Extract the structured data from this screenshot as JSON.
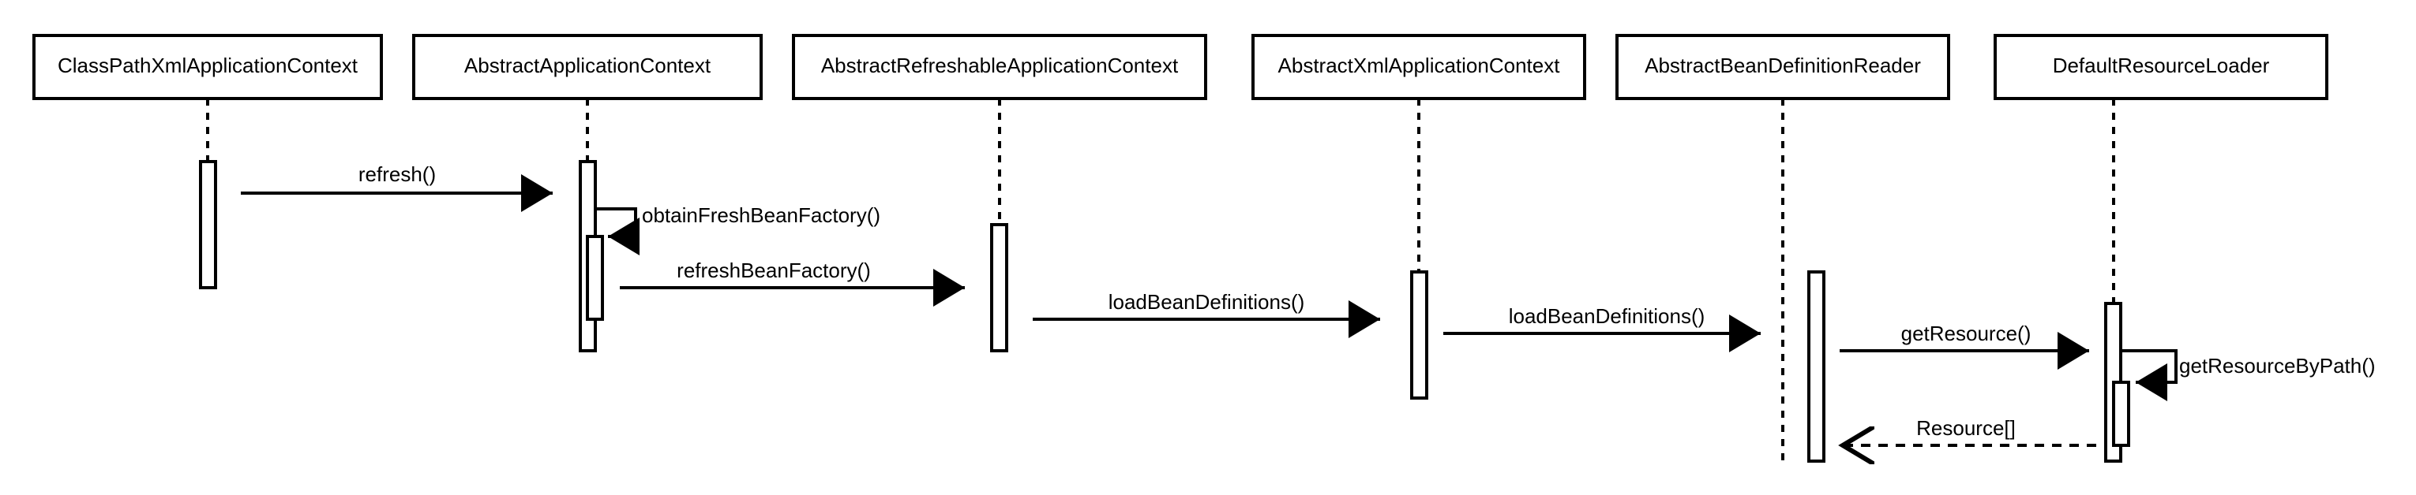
{
  "participants": [
    {
      "id": "cpxac",
      "label": "ClassPathXmlApplicationContext"
    },
    {
      "id": "aac",
      "label": "AbstractApplicationContext"
    },
    {
      "id": "arac",
      "label": "AbstractRefreshableApplicationContext"
    },
    {
      "id": "axac",
      "label": "AbstractXmlApplicationContext"
    },
    {
      "id": "abdr",
      "label": "AbstractBeanDefinitionReader"
    },
    {
      "id": "drl",
      "label": "DefaultResourceLoader"
    }
  ],
  "messages": [
    {
      "id": "m1",
      "label": "refresh()",
      "from": "cpxac",
      "to": "aac",
      "style": "solid"
    },
    {
      "id": "m2",
      "label": "obtainFreshBeanFactory()",
      "from": "aac",
      "to": "aac",
      "style": "self"
    },
    {
      "id": "m3",
      "label": "refreshBeanFactory()",
      "from": "aac",
      "to": "arac",
      "style": "solid"
    },
    {
      "id": "m4",
      "label": "loadBeanDefinitions()",
      "from": "arac",
      "to": "axac",
      "style": "solid"
    },
    {
      "id": "m5",
      "label": "loadBeanDefinitions()",
      "from": "axac",
      "to": "abdr",
      "style": "solid"
    },
    {
      "id": "m6",
      "label": "getResource()",
      "from": "abdr",
      "to": "drl",
      "style": "solid"
    },
    {
      "id": "m7",
      "label": "getResourceByPath()",
      "from": "drl",
      "to": "drl",
      "style": "self"
    },
    {
      "id": "m8",
      "label": "Resource[]",
      "from": "drl",
      "to": "abdr",
      "style": "dashed-return"
    }
  ]
}
